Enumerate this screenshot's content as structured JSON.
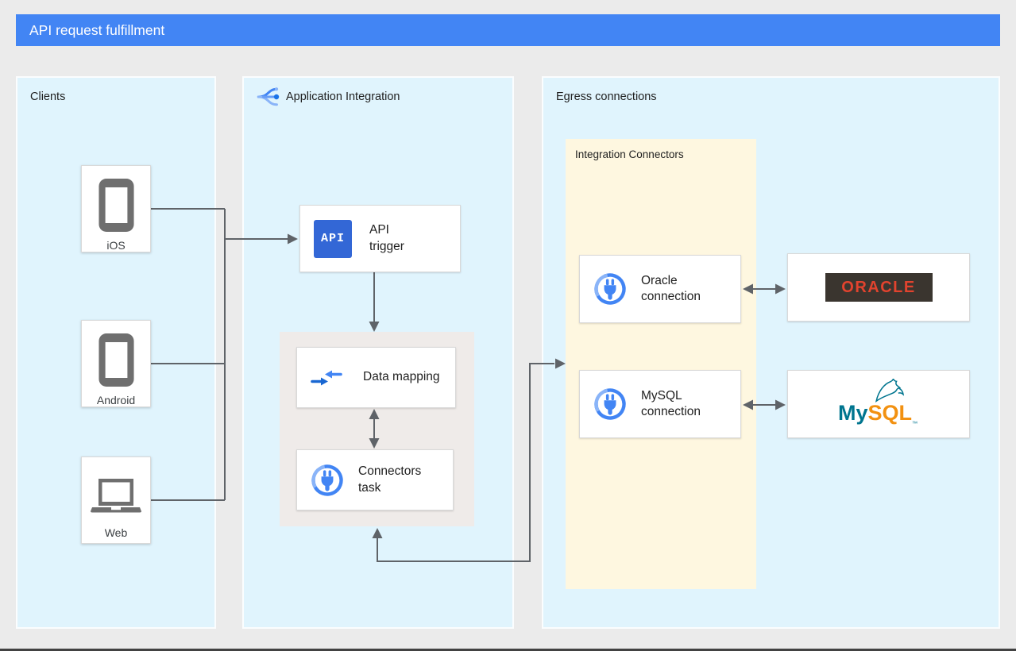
{
  "header": {
    "title": "API request fulfillment"
  },
  "clients_panel": {
    "title": "Clients",
    "devices": [
      {
        "label": "iOS",
        "icon": "smartphone-icon"
      },
      {
        "label": "Android",
        "icon": "smartphone-icon"
      },
      {
        "label": "Web",
        "icon": "laptop-icon"
      }
    ]
  },
  "integration_panel": {
    "title": "Application Integration",
    "icon": "application-integration-icon",
    "api_trigger": {
      "icon_label": "API",
      "label": "API trigger"
    },
    "data_mapping": {
      "label": "Data mapping",
      "icon": "data-mapping-arrows-icon"
    },
    "connectors_task": {
      "label": "Connectors task",
      "icon": "connector-plug-icon"
    }
  },
  "egress_panel": {
    "title": "Egress connections",
    "integration_connectors": {
      "title": "Integration Connectors",
      "oracle_connection": {
        "label": "Oracle connection",
        "icon": "connector-plug-icon"
      },
      "mysql_connection": {
        "label": "MySQL connection",
        "icon": "connector-plug-icon"
      }
    },
    "oracle_logo": {
      "text": "ORACLE"
    },
    "mysql_logo": {
      "my": "My",
      "sql": "SQL",
      "tm": "™"
    }
  },
  "colors": {
    "header_bg": "#4285F4",
    "panel_bg": "#E0F4FD",
    "connectors_bg": "#FEF7E0",
    "process_bg": "#EFEBE9",
    "arrow": "#5F6368",
    "accent_blue": "#4285F4",
    "api_icon_bg": "#3367D6",
    "oracle_red": "#E2432E",
    "oracle_logo_bg": "#3A352F",
    "mysql_teal": "#00758F",
    "mysql_orange": "#F29111"
  }
}
